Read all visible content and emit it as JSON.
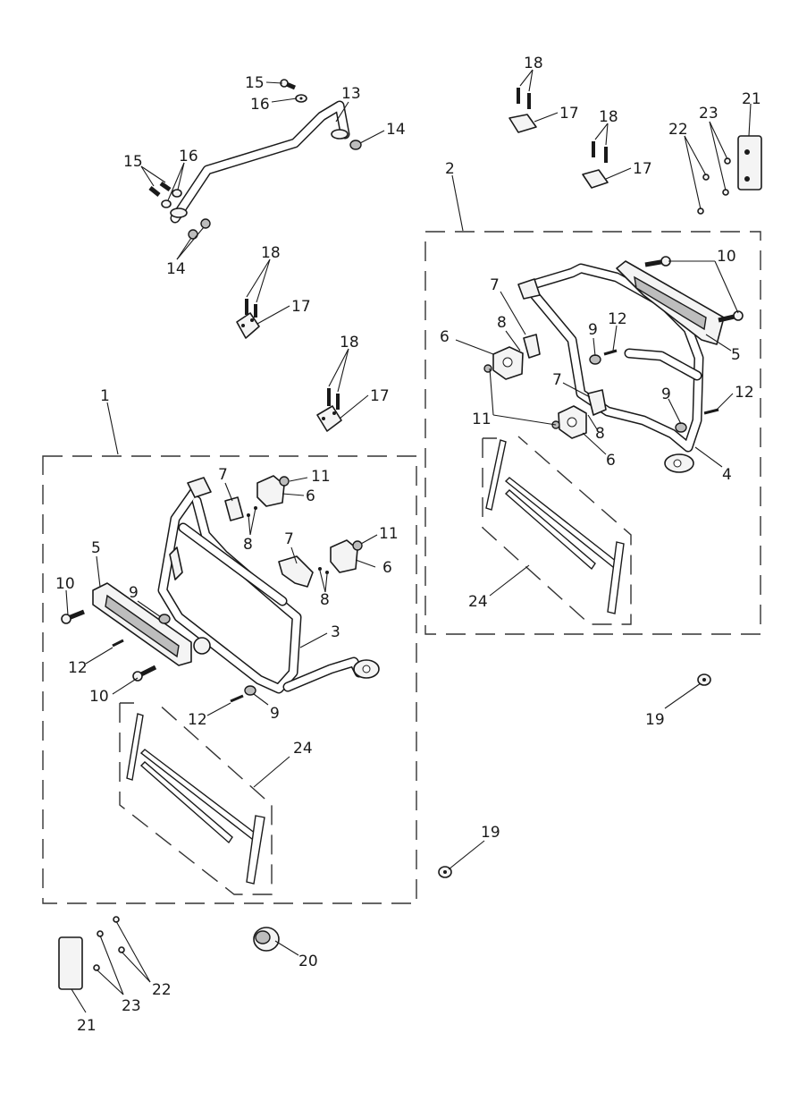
{
  "diagram": {
    "callouts": {
      "c1": "1",
      "c2": "2",
      "c3": "3",
      "c4": "4",
      "c5": "5",
      "c6": "6",
      "c7": "7",
      "c8": "8",
      "c9": "9",
      "c10": "10",
      "c11": "11",
      "c12": "12",
      "c13": "13",
      "c14": "14",
      "c15": "15",
      "c16": "16",
      "c17": "17",
      "c18": "18",
      "c19": "19",
      "c20": "20",
      "c21": "21",
      "c22": "22",
      "c23": "23",
      "c24": "24"
    },
    "line_color": "#1a1a1a",
    "background": "#ffffff"
  }
}
